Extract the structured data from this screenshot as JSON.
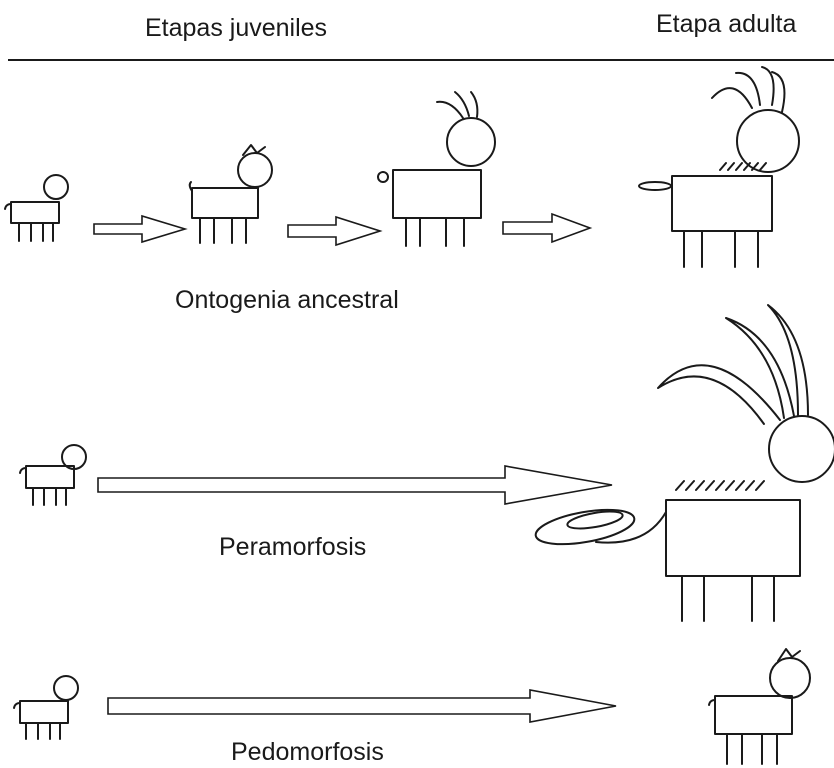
{
  "header": {
    "juvenile_label": "Etapas juveniles",
    "adult_label": "Etapa adulta"
  },
  "rows": [
    {
      "label": "Ontogenia ancestral"
    },
    {
      "label": "Peramorfosis"
    },
    {
      "label": "Pedomorfosis"
    }
  ]
}
